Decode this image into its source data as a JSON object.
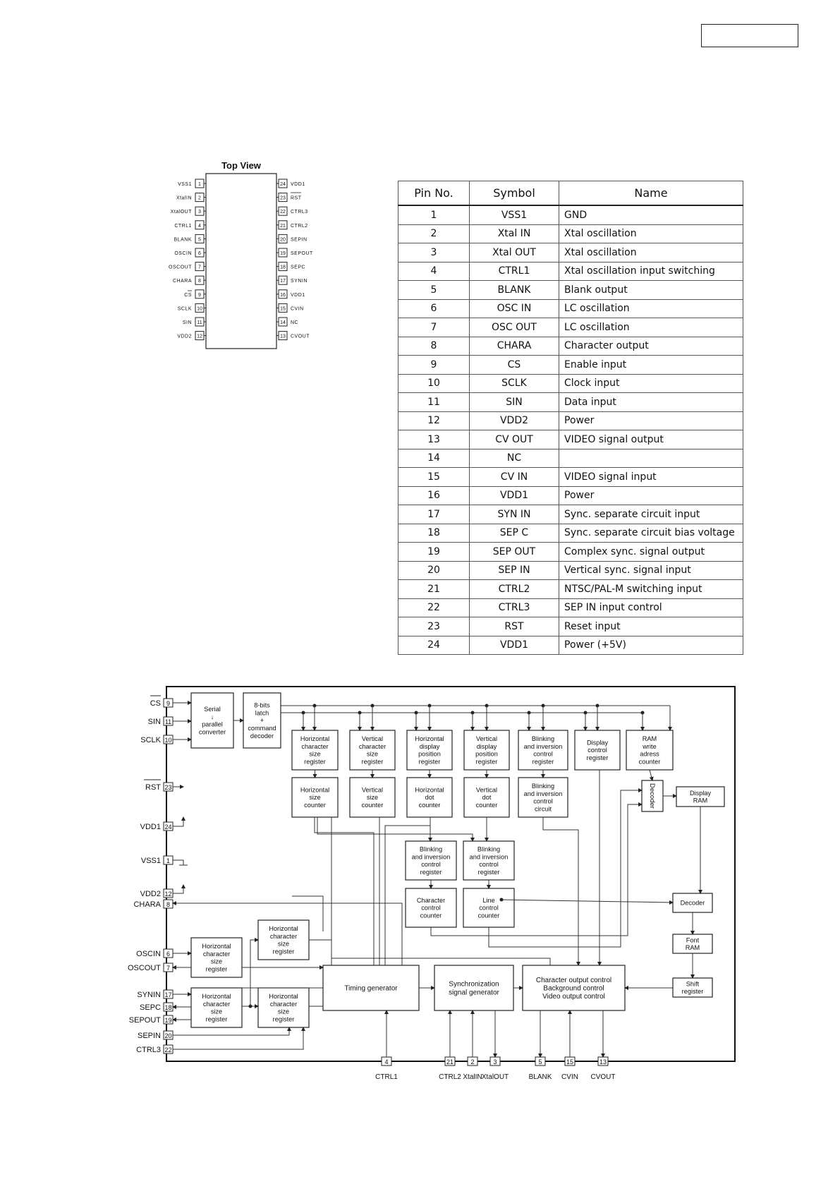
{
  "pinout": {
    "title": "Top View",
    "left_pins": [
      {
        "num": "1",
        "label": "VSS1"
      },
      {
        "num": "2",
        "label": "XtalIN"
      },
      {
        "num": "3",
        "label": "XtalOUT"
      },
      {
        "num": "4",
        "label": "CTRL1"
      },
      {
        "num": "5",
        "label": "BLANK"
      },
      {
        "num": "6",
        "label": "OSCIN"
      },
      {
        "num": "7",
        "label": "OSCOUT"
      },
      {
        "num": "8",
        "label": "CHARA"
      },
      {
        "num": "9",
        "label": "CS"
      },
      {
        "num": "10",
        "label": "SCLK"
      },
      {
        "num": "11",
        "label": "SIN"
      },
      {
        "num": "12",
        "label": "VDD2"
      }
    ],
    "right_pins": [
      {
        "num": "24",
        "label": "VDD1"
      },
      {
        "num": "23",
        "label": "RST"
      },
      {
        "num": "22",
        "label": "CTRL3"
      },
      {
        "num": "21",
        "label": "CTRL2"
      },
      {
        "num": "20",
        "label": "SEPIN"
      },
      {
        "num": "19",
        "label": "SEPOUT"
      },
      {
        "num": "18",
        "label": "SEPC"
      },
      {
        "num": "17",
        "label": "SYNIN"
      },
      {
        "num": "16",
        "label": "VDD1"
      },
      {
        "num": "15",
        "label": "CVIN"
      },
      {
        "num": "14",
        "label": "NC"
      },
      {
        "num": "13",
        "label": "CVOUT"
      }
    ]
  },
  "pin_table": {
    "headers": [
      "Pin No.",
      "Symbol",
      "Name"
    ],
    "rows": [
      [
        "1",
        "VSS1",
        "GND"
      ],
      [
        "2",
        "Xtal IN",
        "Xtal oscillation"
      ],
      [
        "3",
        "Xtal OUT",
        "Xtal oscillation"
      ],
      [
        "4",
        "CTRL1",
        "Xtal oscillation input switching"
      ],
      [
        "5",
        "BLANK",
        "Blank output"
      ],
      [
        "6",
        "OSC IN",
        "LC oscillation"
      ],
      [
        "7",
        "OSC OUT",
        "LC oscillation"
      ],
      [
        "8",
        "CHARA",
        "Character output"
      ],
      [
        "9",
        "CS",
        "Enable input"
      ],
      [
        "10",
        "SCLK",
        "Clock input"
      ],
      [
        "11",
        "SIN",
        "Data input"
      ],
      [
        "12",
        "VDD2",
        "Power"
      ],
      [
        "13",
        "CV OUT",
        "VIDEO signal output"
      ],
      [
        "14",
        "NC",
        ""
      ],
      [
        "15",
        "CV IN",
        "VIDEO signal input"
      ],
      [
        "16",
        "VDD1",
        "Power"
      ],
      [
        "17",
        "SYN IN",
        "Sync. separate circuit input"
      ],
      [
        "18",
        "SEP C",
        "Sync. separate circuit bias voltage"
      ],
      [
        "19",
        "SEP OUT",
        "Complex sync. signal output"
      ],
      [
        "20",
        "SEP IN",
        "Vertical sync. signal input"
      ],
      [
        "21",
        "CTRL2",
        "NTSC/PAL-M switching input"
      ],
      [
        "22",
        "CTRL3",
        "SEP IN input control"
      ],
      [
        "23",
        "RST",
        "Reset input"
      ],
      [
        "24",
        "VDD1",
        "Power (+5V)"
      ]
    ]
  },
  "block_diagram": {
    "left_pins": [
      {
        "label": "CS",
        "num": "9"
      },
      {
        "label": "SIN",
        "num": "11"
      },
      {
        "label": "SCLK",
        "num": "10"
      },
      {
        "label": "RST",
        "num": "23"
      },
      {
        "label": "VDD1",
        "num": "24"
      },
      {
        "label": "VSS1",
        "num": "1"
      },
      {
        "label": "VDD2",
        "num": "12"
      },
      {
        "label": "CHARA",
        "num": "8"
      },
      {
        "label": "OSCIN",
        "num": "6"
      },
      {
        "label": "OSCOUT",
        "num": "7"
      },
      {
        "label": "SYNIN",
        "num": "17"
      },
      {
        "label": "SEPC",
        "num": "18"
      },
      {
        "label": "SEPOUT",
        "num": "19"
      },
      {
        "label": "SEPIN",
        "num": "20"
      },
      {
        "label": "CTRL3",
        "num": "22"
      }
    ],
    "bottom_pins": [
      {
        "label": "CTRL1",
        "num": "4"
      },
      {
        "label": "CTRL2",
        "num": "21"
      },
      {
        "label": "XtalIN",
        "num": "2"
      },
      {
        "label": "XtalOUT",
        "num": "3"
      },
      {
        "label": "BLANK",
        "num": "5"
      },
      {
        "label": "CVIN",
        "num": "15"
      },
      {
        "label": "CVOUT",
        "num": "13"
      }
    ],
    "blocks": {
      "serial": [
        "Serial",
        "↓",
        "parallel",
        "converter"
      ],
      "latch": [
        "8-bits",
        "latch",
        "+",
        "command",
        "decoder"
      ],
      "h_char_size_reg": [
        "Horizontal",
        "character",
        "size",
        "register"
      ],
      "v_char_size_reg": [
        "Vertical",
        "character",
        "size",
        "register"
      ],
      "h_disp_pos_reg": [
        "Horizontal",
        "display",
        "position",
        "register"
      ],
      "v_disp_pos_reg": [
        "Vertical",
        "display",
        "position",
        "register"
      ],
      "blink_ctrl_reg_top": [
        "Blinking",
        "and inversion",
        "control",
        "register"
      ],
      "display_ctrl_reg": [
        "Display",
        "control",
        "register"
      ],
      "ram_write": [
        "RAM",
        "write",
        "adress",
        "counter"
      ],
      "h_size_counter": [
        "Horizontal",
        "size",
        "counter"
      ],
      "v_size_counter": [
        "Vertical",
        "size",
        "counter"
      ],
      "h_dot_counter": [
        "Horizontal",
        "dot",
        "counter"
      ],
      "v_dot_counter": [
        "Vertical",
        "dot",
        "counter"
      ],
      "blink_ctrl_circuit": [
        "Blinking",
        "and inversion",
        "control",
        "circuit"
      ],
      "decoder_v": [
        "Decoder"
      ],
      "display_ram": [
        "Display",
        "RAM"
      ],
      "blink_reg_a": [
        "Blinking",
        "and inversion",
        "control",
        "register"
      ],
      "blink_reg_b": [
        "Blinking",
        "and inversion",
        "control",
        "register"
      ],
      "char_ctrl_counter": [
        "Character",
        "control",
        "counter"
      ],
      "line_ctrl_counter": [
        "Line",
        "control",
        "counter"
      ],
      "decoder": [
        "Decoder"
      ],
      "font_ram": [
        "Font",
        "RAM"
      ],
      "shift_reg": [
        "Shift",
        "register"
      ],
      "osc_reg": [
        "Horizontal",
        "character",
        "size",
        "register"
      ],
      "upper_reg": [
        "Horizontal",
        "character",
        "size",
        "register"
      ],
      "sync_reg": [
        "Horizontal",
        "character",
        "size",
        "register"
      ],
      "lower_reg": [
        "Horizontal",
        "character",
        "size",
        "register"
      ],
      "timing": [
        "Timing generator"
      ],
      "sync_gen": [
        "Synchronization",
        "signal generator"
      ],
      "char_out": [
        "Character output control",
        "Background control",
        "Video output control"
      ]
    }
  }
}
